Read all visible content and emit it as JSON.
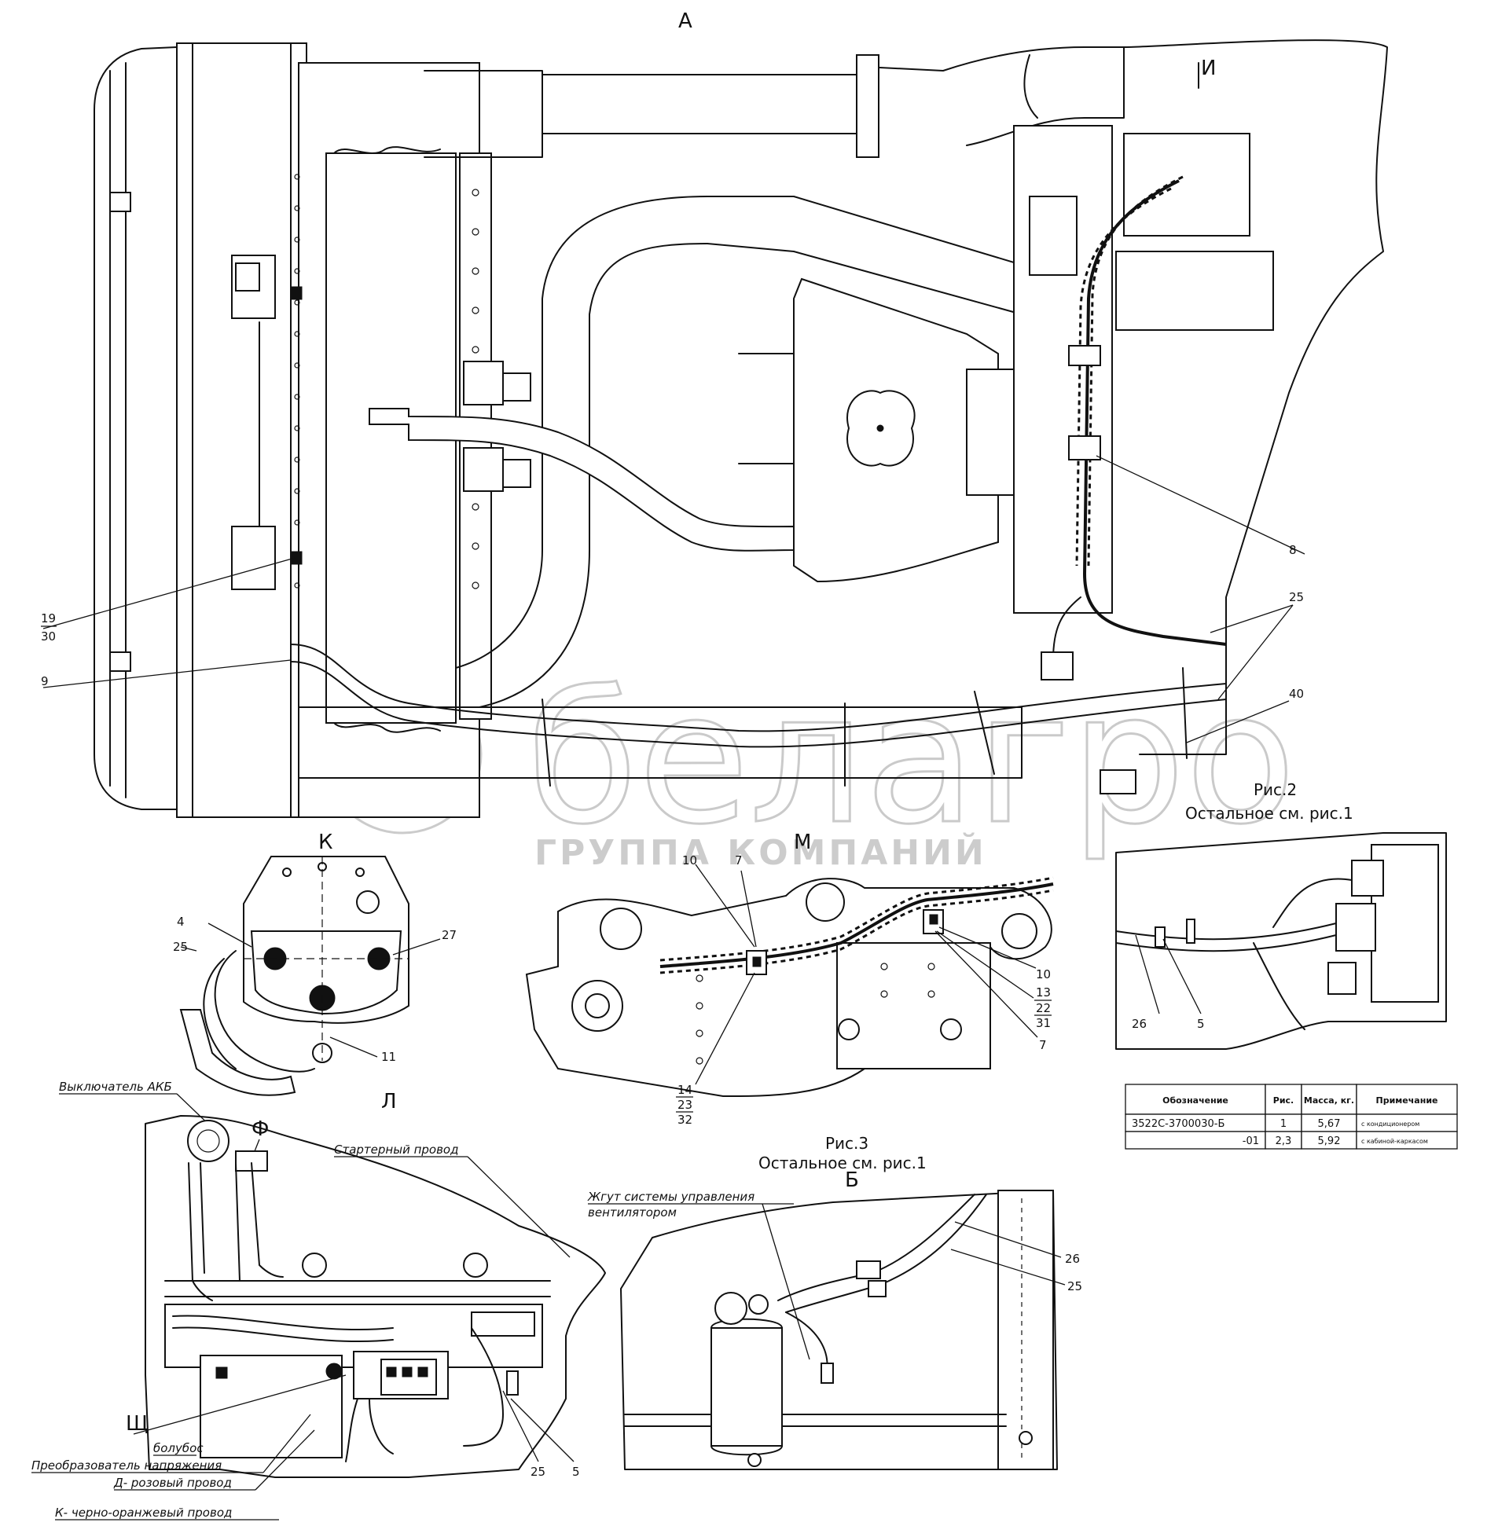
{
  "views": {
    "a": "А",
    "i": "И",
    "k": "К",
    "m": "М",
    "l": "Л",
    "b": "Б",
    "f": "Ф",
    "shch": "Щ"
  },
  "figure_captions": {
    "fig2_title": "Рис.2",
    "fig2_note": "Остальное см. рис.1",
    "fig3_title": "Рис.3",
    "fig3_note": "Остальное см. рис.1"
  },
  "callouts": {
    "main": {
      "c19": "19",
      "c30": "30",
      "c9": "9",
      "c8": "8",
      "c25": "25",
      "c40": "40"
    },
    "view_k": {
      "c4": "4",
      "c25": "25",
      "c27": "27",
      "c11": "11"
    },
    "view_m": {
      "c10a": "10",
      "c7a": "7",
      "c10b": "10",
      "c13": "13",
      "c22": "22",
      "c31": "31",
      "c7b": "7",
      "c14": "14",
      "c23": "23",
      "c32": "32"
    },
    "fig2": {
      "c26": "26",
      "c5": "5"
    },
    "view_l": {
      "c25": "25",
      "c5": "5"
    },
    "view_b": {
      "c26": "26",
      "c25": "25"
    }
  },
  "notes": {
    "battery_switch": "Выключатель АКБ",
    "starter_wire": "Стартерный провод",
    "harness": "Жгут системы управления",
    "harness_2": "вентилятором",
    "boltbox": "болубос",
    "converter": "Преобразователь напряжения",
    "pink_wire": "Д- розовый провод",
    "black_orange_wire": "К- черно-оранжевый провод"
  },
  "table": {
    "headers": [
      "Обозначение",
      "Рис.",
      "Масса, кг.",
      "Примечание"
    ],
    "rows": [
      [
        "3522С-3700030-Б",
        "1",
        "5,67",
        "с кондиционером"
      ],
      [
        "-01",
        "2,3",
        "5,92",
        "с кабиной-каркасом"
      ]
    ]
  },
  "watermark": {
    "brand": "белагро",
    "tagline": "ГРУППА КОМПАНИЙ",
    "color": "#bdbdbd"
  }
}
